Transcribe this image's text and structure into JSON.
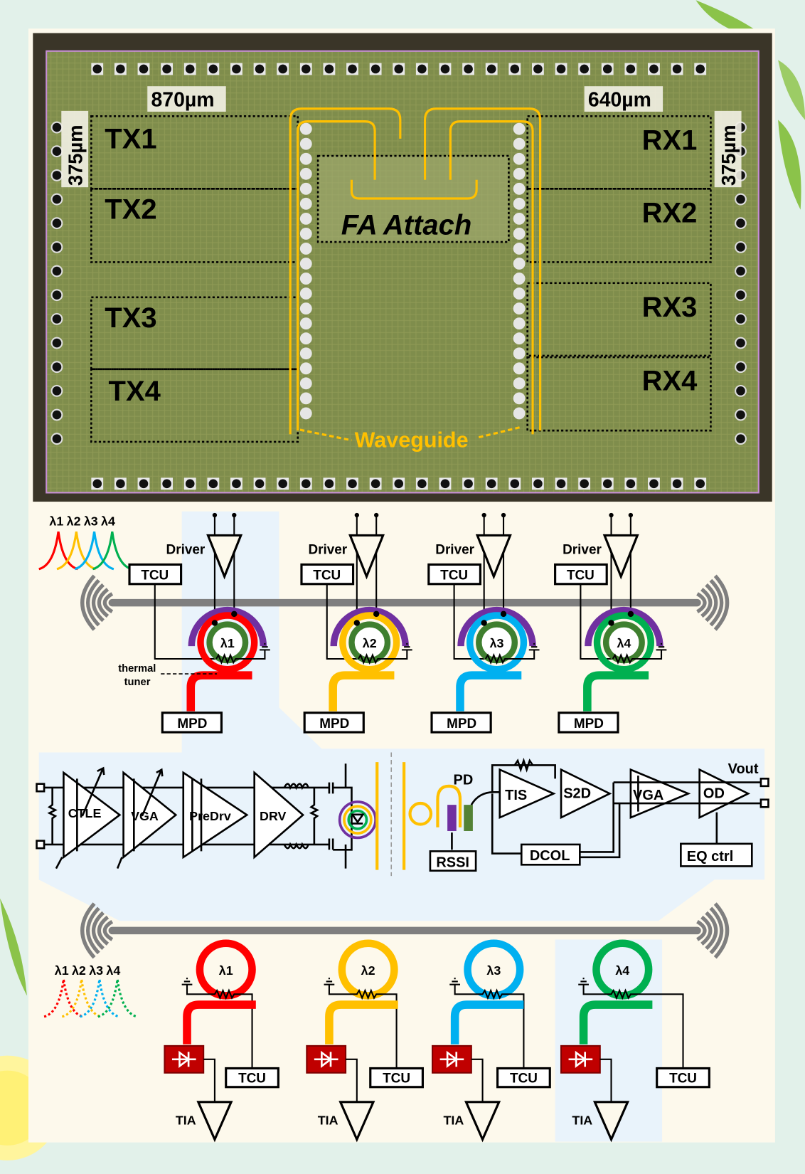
{
  "colors": {
    "background": "#e2f1ea",
    "card": "#fdf9ec",
    "highlight": "#e9f3fb",
    "chip": "#7d8b4a",
    "waveguide_yellow": "#ffc000",
    "gray_bus": "#7f7f7f",
    "red": "#ff0000",
    "yellow": "#ffc000",
    "blue": "#00b0f0",
    "green": "#00b050",
    "purple": "#7030a0",
    "ring_inner": "#3f7f2f",
    "pd_red": "#c00000"
  },
  "chip": {
    "dim_left": "870µm",
    "dim_right": "640µm",
    "dim_side_left": "375µm",
    "dim_side_right": "375µm",
    "tx_labels": [
      "TX1",
      "TX2",
      "TX3",
      "TX4"
    ],
    "rx_labels": [
      "RX1",
      "RX2",
      "RX3",
      "RX4"
    ],
    "fa_attach": "FA Attach",
    "waveguide": "Waveguide"
  },
  "tx_legend": {
    "lambdas": [
      "λ1",
      "λ2",
      "λ3",
      "λ4"
    ],
    "colors": [
      "#ff0000",
      "#ffc000",
      "#00b0f0",
      "#00b050"
    ]
  },
  "rx_legend": {
    "lambdas": [
      "λ1",
      "λ2",
      "λ3",
      "λ4"
    ],
    "colors": [
      "#ff0000",
      "#ffc000",
      "#00b0f0",
      "#00b050"
    ]
  },
  "tx_channels": [
    {
      "driver": "Driver",
      "tcu": "TCU",
      "lambda": "λ1",
      "mpd": "MPD",
      "ring_color": "#ff0000"
    },
    {
      "driver": "Driver",
      "tcu": "TCU",
      "lambda": "λ2",
      "mpd": "MPD",
      "ring_color": "#ffc000"
    },
    {
      "driver": "Driver",
      "tcu": "TCU",
      "lambda": "λ3",
      "mpd": "MPD",
      "ring_color": "#00b0f0"
    },
    {
      "driver": "Driver",
      "tcu": "TCU",
      "lambda": "λ4",
      "mpd": "MPD",
      "ring_color": "#00b050"
    }
  ],
  "thermal_tuner": [
    "thermal",
    "tuner"
  ],
  "signal_chain": {
    "tx_blocks": [
      "CTLE",
      "VGA",
      "PreDrv",
      "DRV"
    ],
    "pd": "PD",
    "rssi": "RSSI",
    "rx_blocks": [
      "TIS",
      "S2D",
      "VGA",
      "OD"
    ],
    "dcol": "DCOL",
    "eq_ctrl": "EQ ctrl",
    "vout": "Vout"
  },
  "rx_channels": [
    {
      "lambda": "λ1",
      "tcu": "TCU",
      "tia": "TIA",
      "ring_color": "#ff0000"
    },
    {
      "lambda": "λ2",
      "tcu": "TCU",
      "tia": "TIA",
      "ring_color": "#ffc000"
    },
    {
      "lambda": "λ3",
      "tcu": "TCU",
      "tia": "TIA",
      "ring_color": "#00b0f0"
    },
    {
      "lambda": "λ4",
      "tcu": "TCU",
      "tia": "TIA",
      "ring_color": "#00b050"
    }
  ]
}
